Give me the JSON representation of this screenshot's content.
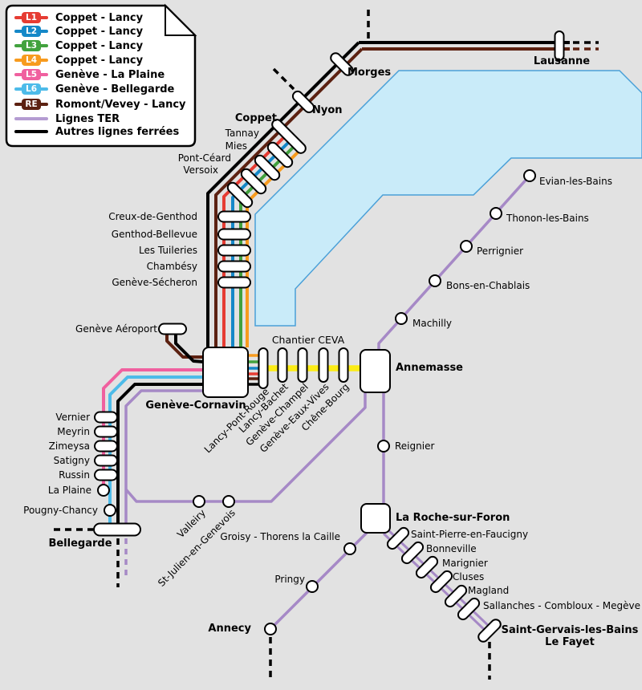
{
  "legend": {
    "items": [
      {
        "type": "badge",
        "badge": "L1",
        "color": "#e63c33",
        "label": "Coppet - Lancy"
      },
      {
        "type": "badge",
        "badge": "L2",
        "color": "#1588c8",
        "label": "Coppet - Lancy"
      },
      {
        "type": "badge",
        "badge": "L3",
        "color": "#42a23e",
        "label": "Coppet - Lancy"
      },
      {
        "type": "badge",
        "badge": "L4",
        "color": "#f79b1e",
        "label": "Coppet - Lancy"
      },
      {
        "type": "badge",
        "badge": "L5",
        "color": "#f0609f",
        "label": "Genève - La Plaine"
      },
      {
        "type": "badge",
        "badge": "L6",
        "color": "#4dbbe9",
        "label": "Genève - Bellegarde"
      },
      {
        "type": "badge",
        "badge": "RE",
        "color": "#5c2111",
        "label": "Romont/Vevey - Lancy"
      },
      {
        "type": "line",
        "color": "#b49cd2",
        "label": "Lignes TER"
      },
      {
        "type": "line",
        "color": "#000000",
        "label": "Autres lignes ferrées"
      }
    ]
  },
  "labels": {
    "chantier_ceva": "Chantier CEVA"
  },
  "colors": {
    "l1_red": "#e63c33",
    "l2_blue": "#1588c8",
    "l3_green": "#42a23e",
    "l4_orange": "#f79b1e",
    "l5_pink": "#f0609f",
    "l6_cyan": "#4dbbe9",
    "re_brown": "#5c2111",
    "ter_purple": "#a689c6",
    "ceva_yellow": "#fcec15",
    "other_black": "#000000",
    "lake": "#c9ebf9",
    "lake_border": "#4aa0d8",
    "background": "#e2e2e2"
  },
  "stations": [
    {
      "id": "lausanne",
      "label": "Lausanne",
      "bold": true
    },
    {
      "id": "morges",
      "label": "Morges",
      "bold": true
    },
    {
      "id": "nyon",
      "label": "Nyon",
      "bold": true
    },
    {
      "id": "coppet",
      "label": "Coppet",
      "bold": true
    },
    {
      "id": "tannay",
      "label": "Tannay"
    },
    {
      "id": "mies",
      "label": "Mies"
    },
    {
      "id": "pont_ceard",
      "label": "Pont-Céard"
    },
    {
      "id": "versoix",
      "label": "Versoix"
    },
    {
      "id": "creux",
      "label": "Creux-de-Genthod"
    },
    {
      "id": "genthod",
      "label": "Genthod-Bellevue"
    },
    {
      "id": "tuileries",
      "label": "Les Tuileries"
    },
    {
      "id": "chambesy",
      "label": "Chambésy"
    },
    {
      "id": "secheron",
      "label": "Genève-Sécheron"
    },
    {
      "id": "aeroport",
      "label": "Genève Aéroport"
    },
    {
      "id": "cornavin",
      "label": "Genève-Cornavin",
      "bold": true
    },
    {
      "id": "lancy_pont_rouge",
      "label": "Lancy-Pont-Rouge"
    },
    {
      "id": "lancy_bachet",
      "label": "Lancy-Bachet"
    },
    {
      "id": "champel",
      "label": "Genève-Champel"
    },
    {
      "id": "eaux_vives",
      "label": "Genève-Eaux-Vives"
    },
    {
      "id": "chene_bourg",
      "label": "Chêne-Bourg"
    },
    {
      "id": "annemasse",
      "label": "Annemasse",
      "bold": true
    },
    {
      "id": "machilly",
      "label": "Machilly"
    },
    {
      "id": "bons",
      "label": "Bons-en-Chablais"
    },
    {
      "id": "perrignier",
      "label": "Perrignier"
    },
    {
      "id": "thonon",
      "label": "Thonon-les-Bains"
    },
    {
      "id": "evian",
      "label": "Evian-les-Bains"
    },
    {
      "id": "vernier",
      "label": "Vernier"
    },
    {
      "id": "meyrin",
      "label": "Meyrin"
    },
    {
      "id": "zimeysa",
      "label": "Zimeysa"
    },
    {
      "id": "satigny",
      "label": "Satigny"
    },
    {
      "id": "russin",
      "label": "Russin"
    },
    {
      "id": "la_plaine",
      "label": "La Plaine"
    },
    {
      "id": "pougny",
      "label": "Pougny-Chancy"
    },
    {
      "id": "bellegarde",
      "label": "Bellegarde",
      "bold": true
    },
    {
      "id": "valleiry",
      "label": "Valleiry"
    },
    {
      "id": "st_julien",
      "label": "St-Julien-en-Genevois"
    },
    {
      "id": "reignier",
      "label": "Reignier"
    },
    {
      "id": "la_roche",
      "label": "La Roche-sur-Foron",
      "bold": true
    },
    {
      "id": "groisy",
      "label": "Groisy - Thorens la Caille"
    },
    {
      "id": "pringy",
      "label": "Pringy"
    },
    {
      "id": "annecy",
      "label": "Annecy",
      "bold": true
    },
    {
      "id": "st_pierre",
      "label": "Saint-Pierre-en-Faucigny"
    },
    {
      "id": "bonneville",
      "label": "Bonneville"
    },
    {
      "id": "marignier",
      "label": "Marignier"
    },
    {
      "id": "cluses",
      "label": "Cluses"
    },
    {
      "id": "magland",
      "label": "Magland"
    },
    {
      "id": "sallanches",
      "label": "Sallanches - Combloux - Megève"
    },
    {
      "id": "st_gervais",
      "label": "Saint-Gervais-les-Bains",
      "label2": "Le Fayet",
      "bold": true
    }
  ]
}
